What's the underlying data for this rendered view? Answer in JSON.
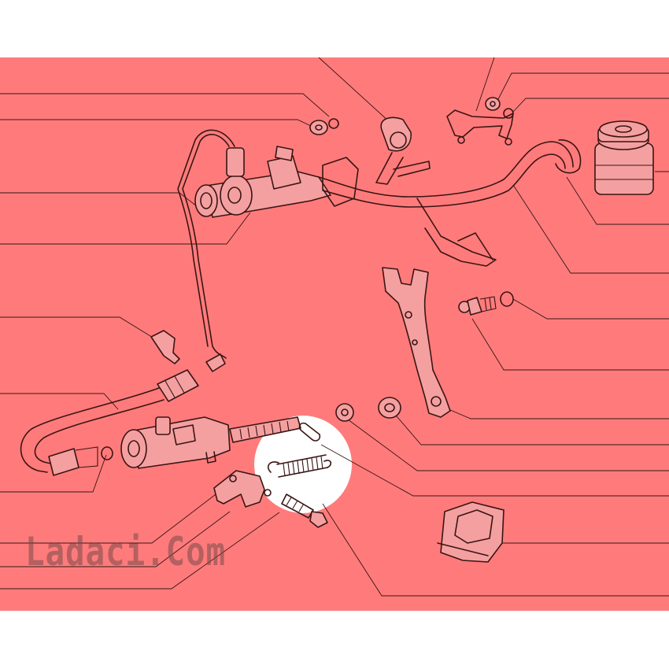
{
  "watermark": {
    "text": "Ladaci.Com"
  },
  "colors": {
    "overlay": "#ff7b7b",
    "line": "#3a1414",
    "highlight": "#ffffff",
    "background": "#ffffff"
  },
  "highlighted_part": "return-spring",
  "parts": [
    "clutch-master-cylinder",
    "reservoir",
    "reservoir-hose",
    "hydraulic-pipe",
    "pipe-clip",
    "flexible-hose",
    "slave-cylinder",
    "return-spring",
    "spring-bracket",
    "bolt",
    "clutch-fork",
    "pivot-ball-stud",
    "nut",
    "washer",
    "pedal",
    "pedal-bracket",
    "rubber-boot"
  ]
}
